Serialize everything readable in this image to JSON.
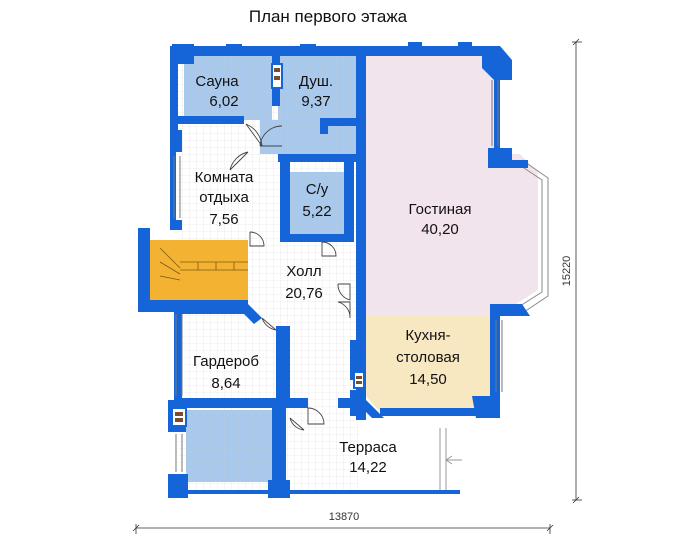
{
  "title": "План первого этажа",
  "rooms": {
    "sauna": {
      "name": "Сауна",
      "area": "6,02"
    },
    "shower": {
      "name": "Душ.",
      "area": "9,37"
    },
    "rest": {
      "name_line1": "Комната",
      "name_line2": "отдыха",
      "area": "7,56"
    },
    "wc": {
      "name": "С/у",
      "area": "5,22"
    },
    "living": {
      "name": "Гостиная",
      "area": "40,20"
    },
    "hall": {
      "name": "Холл",
      "area": "20,76"
    },
    "kitchen": {
      "name_line1": "Кухня-",
      "name_line2": "столовая",
      "area": "14,50"
    },
    "wardrobe": {
      "name": "Гардероб",
      "area": "8,64"
    },
    "terrace": {
      "name": "Терраса",
      "area": "14,22"
    }
  },
  "dimensions": {
    "width": "13870",
    "height": "15220"
  },
  "colors": {
    "wall": "#1565d8",
    "wet_room": "#a9c9ec",
    "living": "#f2e4ec",
    "kitchen": "#f8e8c2",
    "stairs": "#f3b232",
    "grid_line": "#d6d6d6"
  }
}
